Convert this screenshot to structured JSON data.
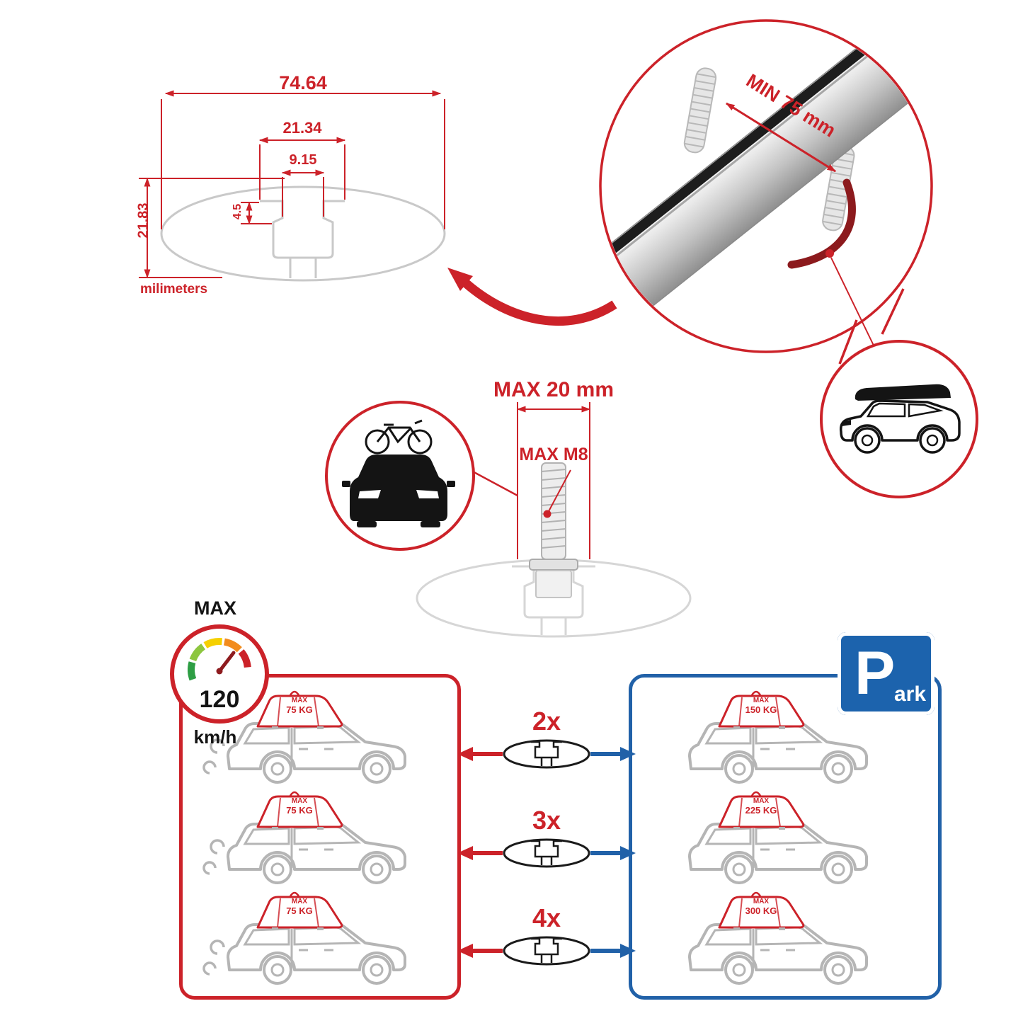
{
  "colors": {
    "accent_red": "#cc2229",
    "accent_blue": "#2161a8",
    "profile_gray": "#c9c9c9",
    "car_gray": "#b5b5b5"
  },
  "cross_section": {
    "total_width": "74.64",
    "slot_outer_width": "21.34",
    "slot_opening": "9.15",
    "lip_depth": "4.5",
    "total_height": "21.83",
    "units_label": "milimeters"
  },
  "crossbar_detail": {
    "clamp_min_label": "MIN 75 mm"
  },
  "fastener_detail": {
    "max_width_label": "MAX 20 mm",
    "max_thread_label": "MAX M8"
  },
  "speed_panel": {
    "title": "MAX",
    "value": "120",
    "unit": "km/h",
    "cars": [
      {
        "load_title": "MAX",
        "load_weight": "75 KG"
      },
      {
        "load_title": "MAX",
        "load_weight": "75 KG"
      },
      {
        "load_title": "MAX",
        "load_weight": "75 KG"
      }
    ]
  },
  "park_panel": {
    "sign_letter": "P",
    "sign_suffix": "ark",
    "cars": [
      {
        "load_title": "MAX",
        "load_weight": "150 KG"
      },
      {
        "load_title": "MAX",
        "load_weight": "225 KG"
      },
      {
        "load_title": "MAX",
        "load_weight": "300 KG"
      }
    ]
  },
  "multipliers": [
    {
      "label": "2x"
    },
    {
      "label": "3x"
    },
    {
      "label": "4x"
    }
  ]
}
